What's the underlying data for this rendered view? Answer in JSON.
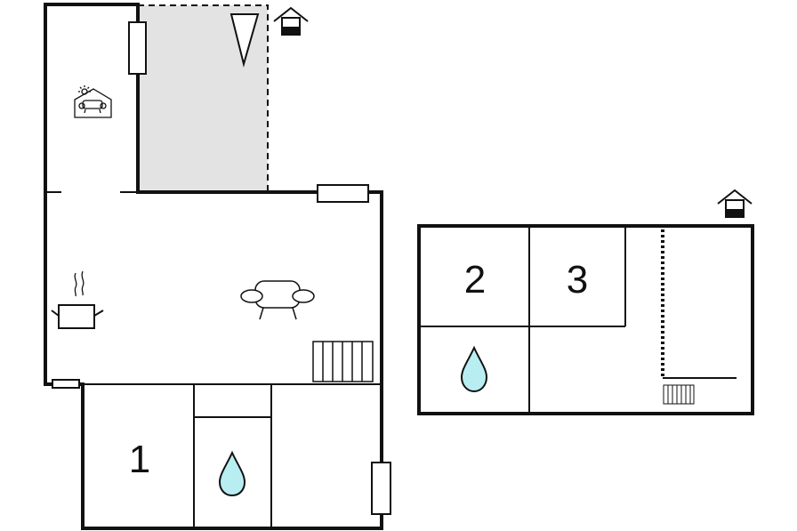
{
  "rooms": {
    "bedroom_1": "1",
    "bedroom_2": "2",
    "bedroom_3": "3"
  },
  "icons": {
    "entrance_main": "house-entrance-icon",
    "entrance_annex": "house-entrance-icon",
    "terrace": "terrace-sofa-icon",
    "kitchen": "cooking-pot-icon",
    "living": "armchair-icon",
    "bathroom_main": "water-drop-icon",
    "bathroom_annex": "water-drop-icon",
    "heater": "radiator-icon",
    "stairs": "staircase-icon",
    "compass": "north-arrow-icon"
  },
  "colors": {
    "wall": "#111111",
    "terrace_fill": "#e3e3e3",
    "water": "#b8eef2"
  }
}
